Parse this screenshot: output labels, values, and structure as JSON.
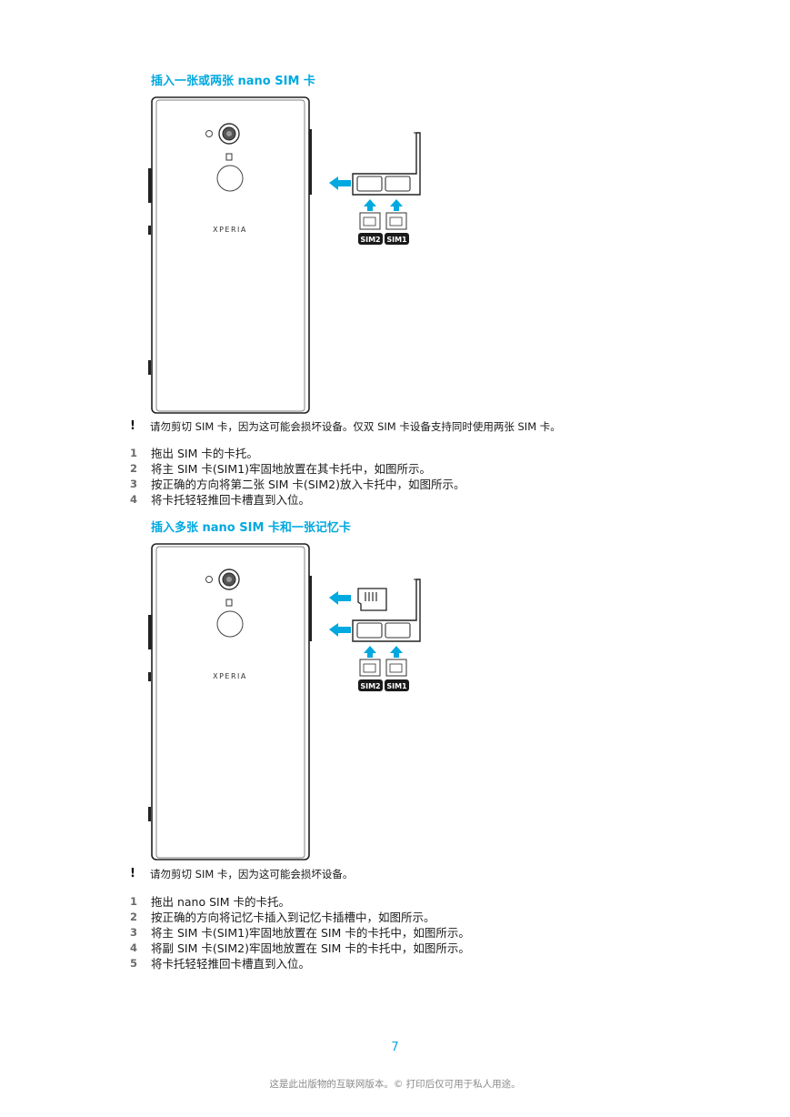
{
  "section1": {
    "heading": "插入一张或两张 nano SIM 卡",
    "brand_text": "XPERIA",
    "sim_labels": [
      "SIM2",
      "SIM1"
    ],
    "note": "请勿剪切 SIM 卡，因为这可能会损坏设备。仅双 SIM 卡设备支持同时使用两张 SIM 卡。",
    "steps": [
      {
        "num": "1",
        "text": "拖出 SIM 卡的卡托。"
      },
      {
        "num": "2",
        "text": "将主 SIM 卡(SIM1)牢固地放置在其卡托中，如图所示。"
      },
      {
        "num": "3",
        "text": "按正确的方向将第二张 SIM 卡(SIM2)放入卡托中，如图所示。"
      },
      {
        "num": "4",
        "text": "将卡托轻轻推回卡槽直到入位。"
      }
    ]
  },
  "section2": {
    "heading": "插入多张 nano SIM 卡和一张记忆卡",
    "brand_text": "XPERIA",
    "sim_labels": [
      "SIM2",
      "SIM1"
    ],
    "note": "请勿剪切 SIM 卡，因为这可能会损坏设备。",
    "steps": [
      {
        "num": "1",
        "text": "拖出 nano SIM 卡的卡托。"
      },
      {
        "num": "2",
        "text": "按正确的方向将记忆卡插入到记忆卡插槽中，如图所示。"
      },
      {
        "num": "3",
        "text": "将主 SIM 卡(SIM1)牢固地放置在 SIM 卡的卡托中，如图所示。"
      },
      {
        "num": "4",
        "text": "将副 SIM 卡(SIM2)牢固地放置在 SIM 卡的卡托中，如图所示。"
      },
      {
        "num": "5",
        "text": "将卡托轻轻推回卡槽直到入位。"
      }
    ]
  },
  "note_icon": "!",
  "page_number": "7",
  "footer": "这是此出版物的互联网版本。© 打印后仅可用于私人用途。",
  "colors": {
    "accent": "#00a9e0",
    "label_bg": "#1a1a1a"
  }
}
